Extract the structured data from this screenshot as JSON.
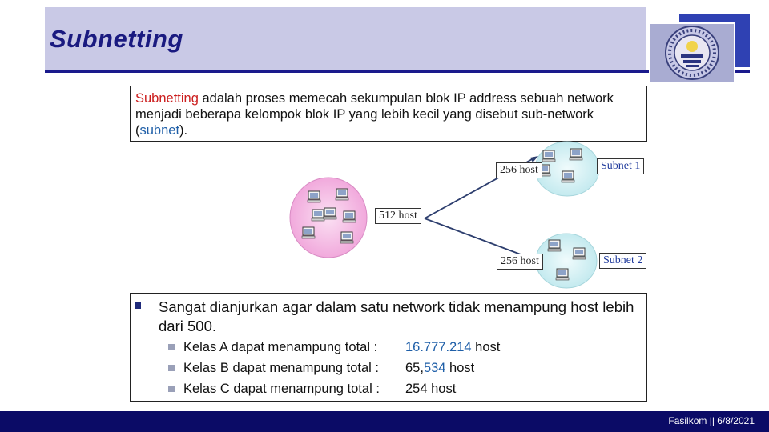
{
  "slide": {
    "title": "Subnetting",
    "logo_name": "university-seal-icon",
    "logo_text": "UNIVERSITAS DIAN NUSWANTORO SEMARANG"
  },
  "definition": {
    "term": "Subnetting",
    "text_1": " adalah proses memecah sekumpulan blok IP address sebuah network menjadi beberapa kelompok blok IP yang lebih kecil yang disebut sub-network (",
    "term_2": "subnet",
    "text_2": ")."
  },
  "diagram": {
    "main_label": "512 host",
    "top_host": "256 host",
    "bottom_host": "256 host",
    "subnet_1": "Subnet 1",
    "subnet_2": "Subnet 2",
    "colors": {
      "main_network": "#f5bde6",
      "subnet": "#d6f1f3",
      "arrow": "#2d3e6e"
    }
  },
  "bullets": {
    "main": "Sangat dianjurkan agar dalam satu network tidak menampung host lebih dari 500.",
    "items": [
      {
        "label": "Kelas A dapat menampung total :",
        "value_num": "16.777.214",
        "value_unit": " host"
      },
      {
        "label": "Kelas B dapat menampung total :",
        "value_a": "65,",
        "value_b": "534",
        "value_unit": " host"
      },
      {
        "label": "Kelas C dapat menampung total :",
        "value": "254 host"
      }
    ]
  },
  "footer": {
    "text": "Fasilkom || 6/8/2021"
  }
}
